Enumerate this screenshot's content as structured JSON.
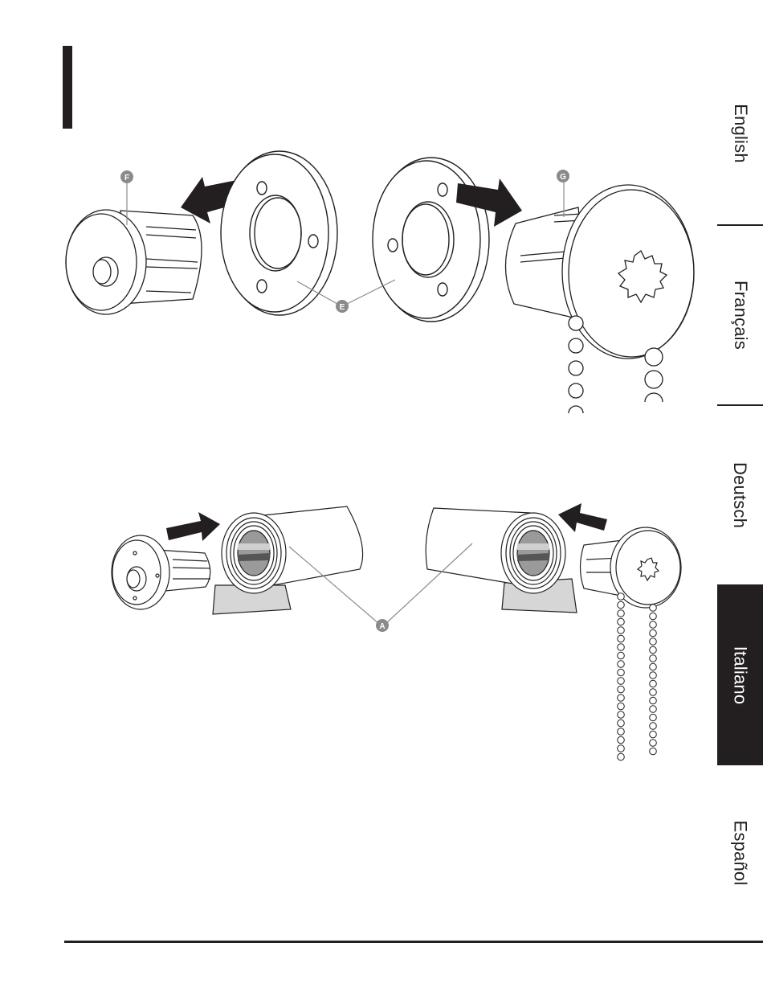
{
  "language_tabs": [
    {
      "label": "English",
      "active": false
    },
    {
      "label": "Français",
      "active": false
    },
    {
      "label": "Deutsch",
      "active": false
    },
    {
      "label": "Italiano",
      "active": true
    },
    {
      "label": "Español",
      "active": false
    }
  ],
  "callouts": {
    "f": "F",
    "g": "G",
    "e": "E",
    "a": "A"
  },
  "colors": {
    "ink": "#231f20",
    "callout_fill": "#8a8a8a",
    "arrow_fill": "#231f20",
    "bracket_fill": "#d6d6d6",
    "core_fill": "#9a9a9a"
  }
}
